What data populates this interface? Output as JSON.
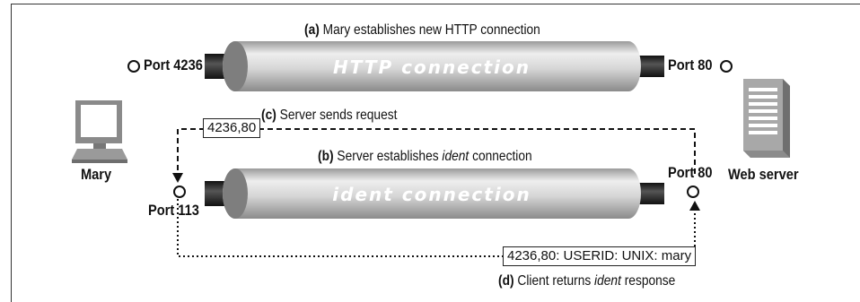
{
  "step_a": {
    "prefix": "(a)",
    "text": "Mary establishes new HTTP connection"
  },
  "step_b": {
    "prefix": "(b)",
    "text_before": "Server establishes ",
    "text_em": "ident",
    "text_after": " connection"
  },
  "step_c": {
    "prefix": "(c)",
    "text": "Server sends request"
  },
  "step_d": {
    "prefix": "(d)",
    "text_before": "Client returns ",
    "text_em": "ident",
    "text_after": " response"
  },
  "http_pipe_label": "HTTP connection",
  "ident_pipe_label": "ident connection",
  "ports": {
    "client_http": "Port 4236",
    "server_http": "Port 80",
    "client_ident": "Port 113",
    "server_ident": "Port 80"
  },
  "request_box": "4236,80",
  "response_box": "4236,80: USERID: UNIX: mary",
  "nodes": {
    "client": "Mary",
    "server": "Web server"
  },
  "icons": [
    "computer-icon",
    "web-server-icon"
  ],
  "colors": {
    "pipe_dark": "#8c8c8c",
    "pipe_light": "#ececec",
    "connector": "#1a1a1a"
  }
}
